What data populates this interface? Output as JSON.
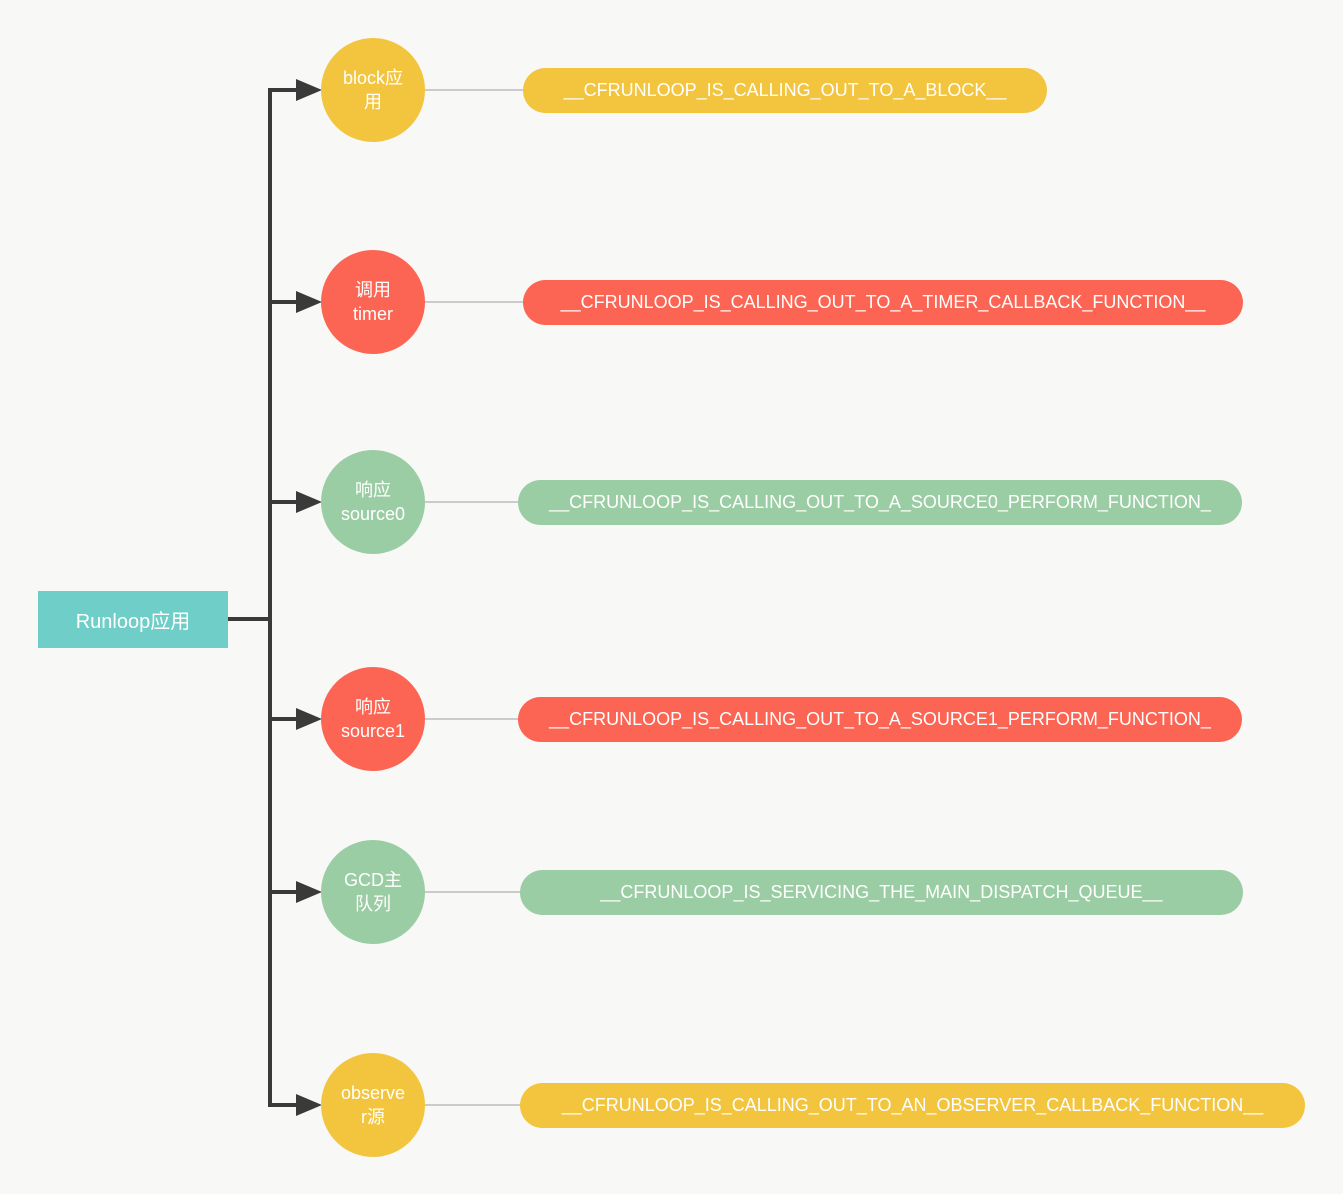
{
  "diagram": {
    "root": {
      "label": "Runloop应用",
      "color": "#6FCEC7"
    },
    "rows": [
      {
        "node_label": "block应\n用",
        "pill_label": "__CFRUNLOOP_IS_CALLING_OUT_TO_A_BLOCK__",
        "color": "#F3C53E",
        "color_name": "yellow"
      },
      {
        "node_label": "调用\ntimer",
        "pill_label": "__CFRUNLOOP_IS_CALLING_OUT_TO_A_TIMER_CALLBACK_FUNCTION__",
        "color": "#FC6453",
        "color_name": "red"
      },
      {
        "node_label": "响应\nsource0",
        "pill_label": "__CFRUNLOOP_IS_CALLING_OUT_TO_A_SOURCE0_PERFORM_FUNCTION_",
        "color": "#9BCDA4",
        "color_name": "green"
      },
      {
        "node_label": "响应\nsource1",
        "pill_label": "__CFRUNLOOP_IS_CALLING_OUT_TO_A_SOURCE1_PERFORM_FUNCTION_",
        "color": "#FC6453",
        "color_name": "red"
      },
      {
        "node_label": "GCD主\n队列",
        "pill_label": "__CFRUNLOOP_IS_SERVICING_THE_MAIN_DISPATCH_QUEUE__",
        "color": "#9BCDA4",
        "color_name": "green"
      },
      {
        "node_label": "observe\nr源",
        "pill_label": "__CFRUNLOOP_IS_CALLING_OUT_TO_AN_OBSERVER_CALLBACK_FUNCTION__",
        "color": "#F3C53E",
        "color_name": "yellow"
      }
    ],
    "colors": {
      "background": "#F8F8F6",
      "connector_dark": "#3A3A3A",
      "connector_light": "#CBCBCB",
      "text": "#FFFFFF"
    }
  }
}
